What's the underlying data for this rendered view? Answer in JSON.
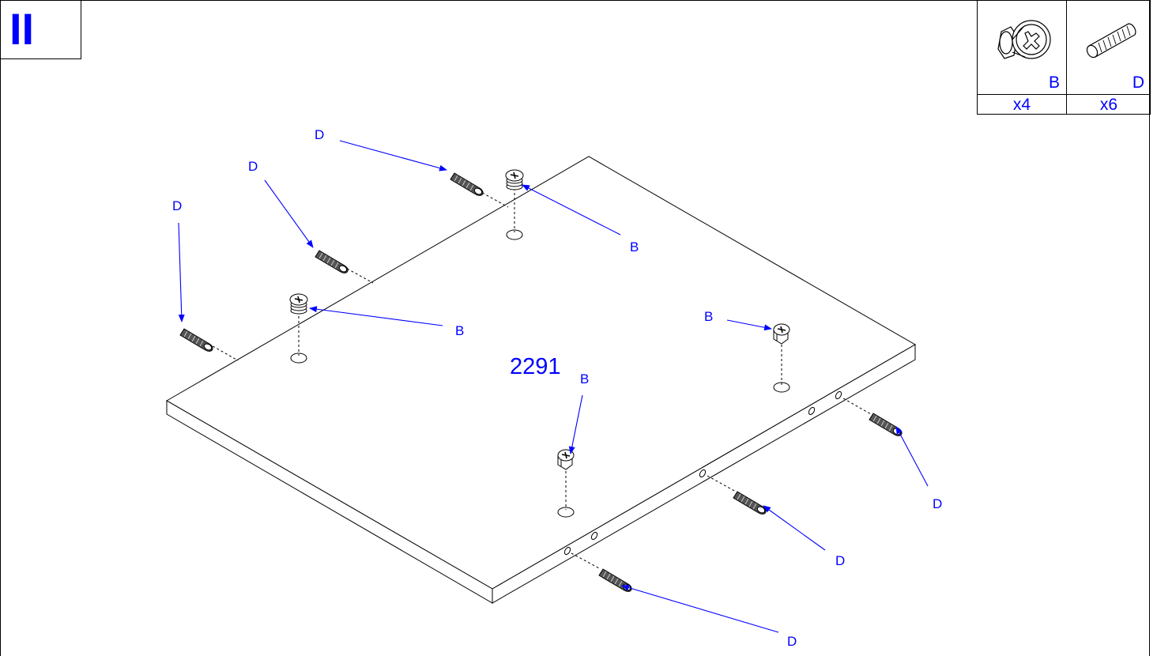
{
  "step": {
    "number": "II"
  },
  "parts_table": {
    "items": [
      {
        "letter": "B",
        "quantity": "x4",
        "icon": "cam-lock-fitting-icon"
      },
      {
        "letter": "D",
        "quantity": "x6",
        "icon": "wooden-dowel-icon"
      }
    ]
  },
  "panel": {
    "part_number": "2291"
  },
  "callouts": {
    "dowel": "D",
    "cam": "B"
  },
  "colors": {
    "accent": "#0000ff",
    "line": "#000000"
  }
}
